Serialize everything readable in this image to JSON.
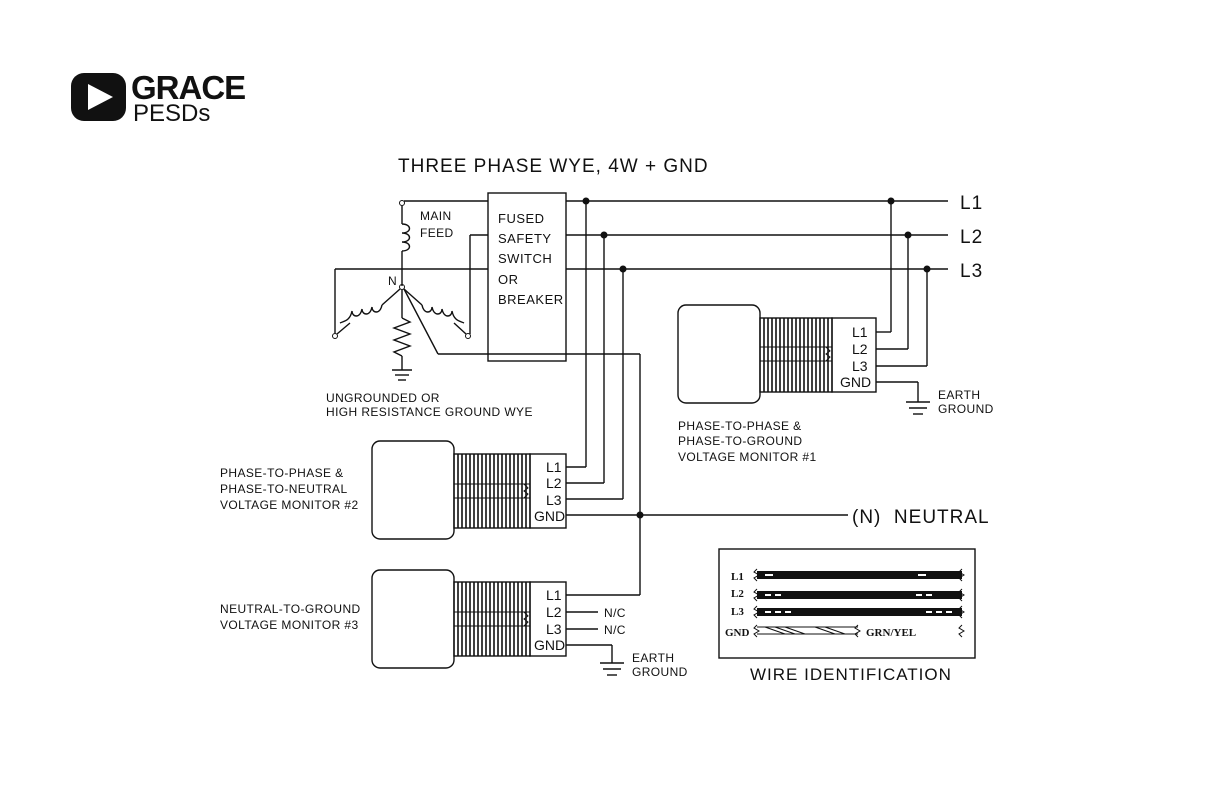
{
  "logo": {
    "line1": "GRACE",
    "line2": "PESDs"
  },
  "title": "THREE PHASE WYE, 4W + GND",
  "lines": {
    "l1": "L1",
    "l2": "L2",
    "l3": "L3",
    "neutral": "(N)  NEUTRAL"
  },
  "source": {
    "main_feed": [
      "MAIN",
      "FEED"
    ],
    "n_label": "N",
    "caption": [
      "UNGROUNDED OR",
      "HIGH RESISTANCE GROUND WYE"
    ]
  },
  "switch": {
    "text": [
      "FUSED",
      "SAFETY",
      "SWITCH",
      "OR",
      "BREAKER"
    ]
  },
  "monitor1": {
    "terminals": [
      "L1",
      "L2",
      "L3",
      "GND"
    ],
    "caption": [
      "PHASE-TO-PHASE &",
      "PHASE-TO-GROUND",
      "VOLTAGE MONITOR #1"
    ],
    "earth": [
      "EARTH",
      "GROUND"
    ]
  },
  "monitor2": {
    "terminals": [
      "L1",
      "L2",
      "L3",
      "GND"
    ],
    "caption": [
      "PHASE-TO-PHASE &",
      "PHASE-TO-NEUTRAL",
      "VOLTAGE MONITOR #2"
    ]
  },
  "monitor3": {
    "terminals": [
      "L1",
      "L2",
      "L3",
      "GND"
    ],
    "caption": [
      "NEUTRAL-TO-GROUND",
      "VOLTAGE MONITOR #3"
    ],
    "nc": [
      "N/C",
      "N/C"
    ],
    "earth": [
      "EARTH",
      "GROUND"
    ]
  },
  "wire_id": {
    "title": "WIRE IDENTIFICATION",
    "rows": [
      "L1",
      "L2",
      "L3",
      "GND"
    ],
    "gnd_color": "GRN/YEL"
  }
}
